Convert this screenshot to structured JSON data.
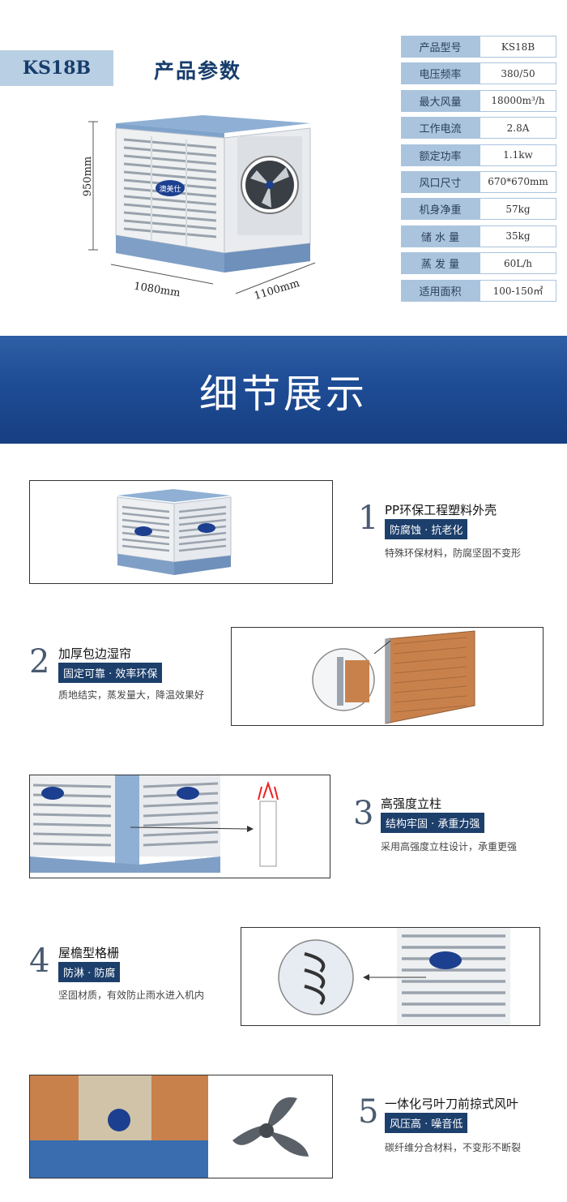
{
  "product": {
    "model": "KS18B",
    "section_title": "产品参数",
    "specs": [
      {
        "label": "产品型号",
        "value": "KS18B"
      },
      {
        "label": "电压频率",
        "value": "380/50"
      },
      {
        "label": "最大风量",
        "value": "18000m³/h"
      },
      {
        "label": "工作电流",
        "value": "2.8A"
      },
      {
        "label": "额定功率",
        "value": "1.1kw"
      },
      {
        "label": "风口尺寸",
        "value": "670*670mm"
      },
      {
        "label": "机身净重",
        "value": "57kg"
      },
      {
        "label": "储 水 量",
        "value": "35kg"
      },
      {
        "label": "蒸 发 量",
        "value": "60L/h"
      },
      {
        "label": "适用面积",
        "value": "100-150㎡"
      }
    ],
    "dimensions": {
      "height": "950mm",
      "width": "1080mm",
      "depth": "1100mm"
    },
    "brand_logo": "澳美仕"
  },
  "banner": {
    "title": "细节展示"
  },
  "features": [
    {
      "num": "1",
      "title": "PP环保工程塑料外壳",
      "tag": "防腐蚀 · 抗老化",
      "desc": "特殊环保材料，防腐坚固不变形"
    },
    {
      "num": "2",
      "title": "加厚包边湿帘",
      "tag": "固定可靠 · 效率环保",
      "desc": "质地结实，蒸发量大，降温效果好"
    },
    {
      "num": "3",
      "title": "高强度立柱",
      "tag": "结构牢固 · 承重力强",
      "desc": "采用高强度立柱设计，承重更强"
    },
    {
      "num": "4",
      "title": "屋檐型格栅",
      "tag": "防淋 · 防腐",
      "desc": "坚固材质，有效防止雨水进入机内"
    },
    {
      "num": "5",
      "title": "一体化弓叶刀前掠式风叶",
      "tag": "风压高 · 噪音低",
      "desc": "碳纤维分合材料，不变形不断裂"
    }
  ],
  "colors": {
    "primary_dark": "#173d6c",
    "banner": "#1e4c95",
    "spec_label_bg": "#aac4dd",
    "tag_bg": "#1d3f6b"
  }
}
